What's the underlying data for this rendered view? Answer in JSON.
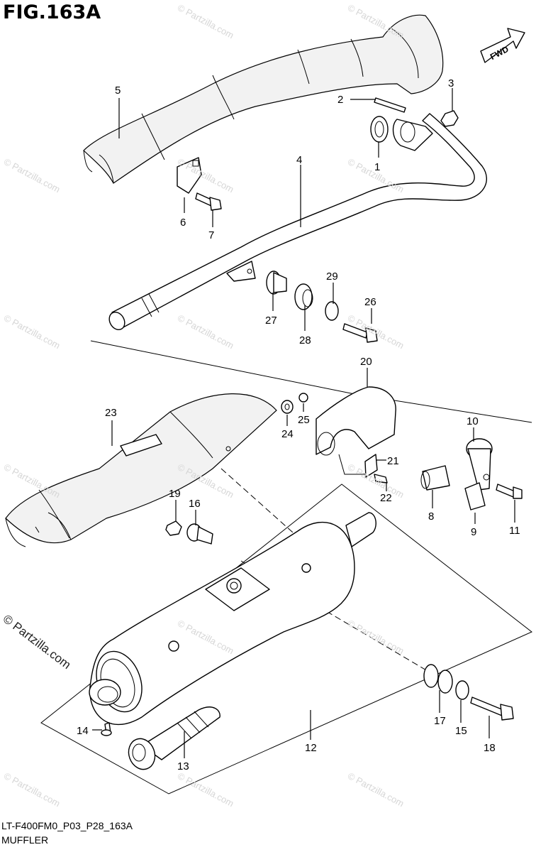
{
  "figure_title": "FIG.163A",
  "direction_badge": "FWD",
  "drawing_code": "LT-F400FM0_P03_P28_163A",
  "section_name": "MUFFLER",
  "watermark_main": "© Partzilla.com",
  "watermark_small": "© Partzilla.com",
  "callouts": [
    "1",
    "2",
    "3",
    "4",
    "5",
    "6",
    "7",
    "8",
    "9",
    "10",
    "11",
    "12",
    "13",
    "14",
    "15",
    "16",
    "17",
    "18",
    "19",
    "20",
    "21",
    "22",
    "23",
    "24",
    "25",
    "26",
    "27",
    "28",
    "29"
  ]
}
